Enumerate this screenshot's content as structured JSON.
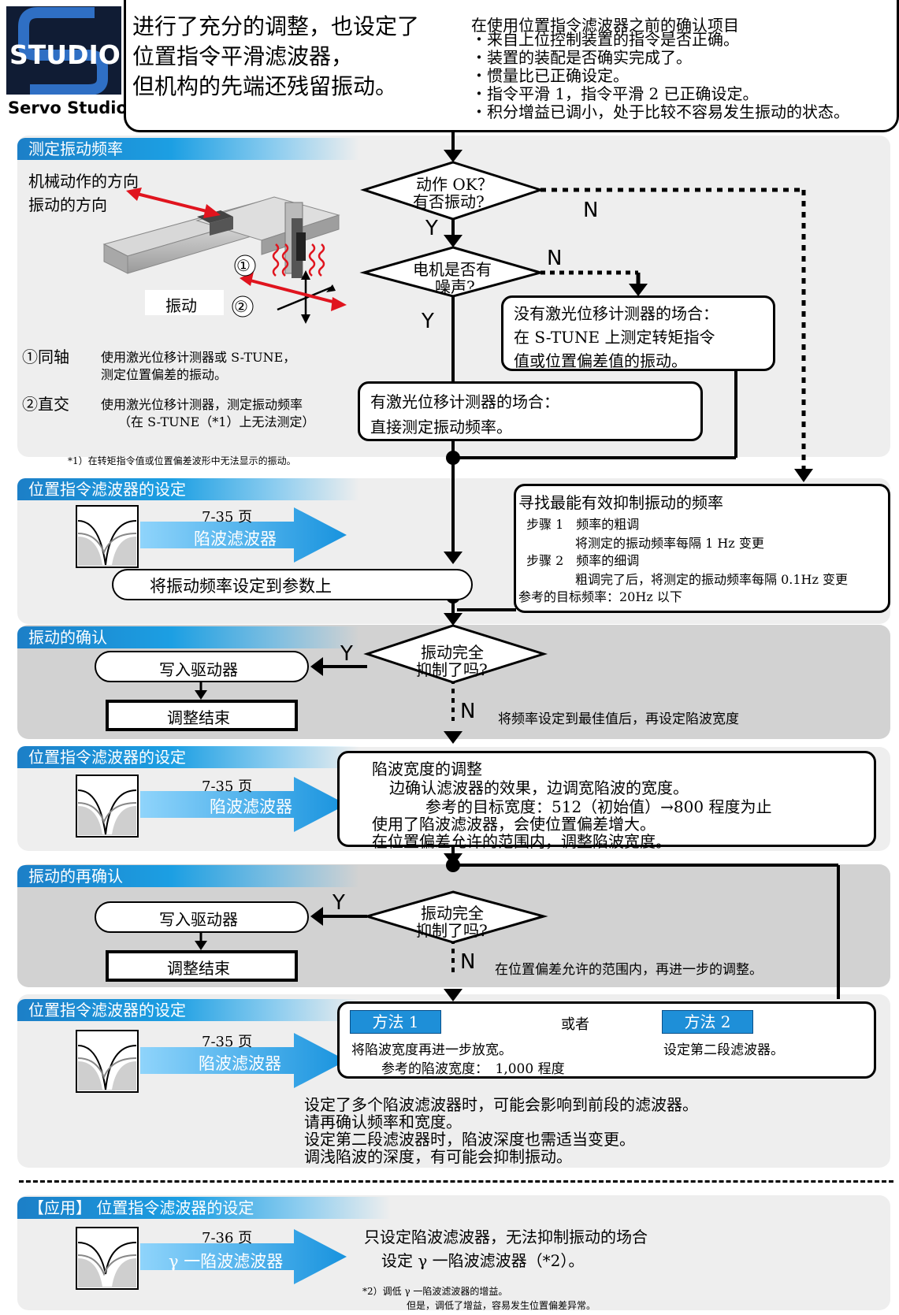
{
  "logo": {
    "word": "STUDIO",
    "caption": "Servo Studio"
  },
  "intro": {
    "lines": [
      "进行了充分的调整，也设定了",
      "位置指令平滑滤波器，",
      "但机构的先端还残留振动。"
    ],
    "checklist_title": "在使用位置指令滤波器之前的确认项目",
    "checklist": [
      "・来自上位控制装置的指令是否正确。",
      "・装置的装配是否确实完成了。",
      "・惯量比已正确设定。",
      "・指令平滑 1，指令平滑 2 已正确设定。",
      "・积分增益已调小，处于比较不容易发生振动的状态。"
    ]
  },
  "sec1": {
    "title": "测定振动频率",
    "label_move": "机械动作的方向",
    "label_vib": "振动的方向",
    "label_shake": "振动",
    "c1": "①",
    "c2": "②",
    "coax": "①同轴",
    "coax_desc1": "使用激光位移计测器或 S-TUNE，",
    "coax_desc2": "测定位置偏差的振动。",
    "ortho": "②直交",
    "ortho_desc1": "使用激光位移计测器，测定振动频率",
    "ortho_desc2": "（在 S-TUNE（*1）上无法测定）",
    "note": "*1）在转矩指令值或位置偏差波形中无法显示的振动。",
    "d1_line1": "动作 OK？",
    "d1_line2": "有否振动?",
    "d2_line1": "电机是否有",
    "d2_line2": "噪声?",
    "y": "Y",
    "n": "N",
    "no_laser1": "没有激光位移计测器的场合：",
    "no_laser2": "在 S-TUNE 上测定转矩指令",
    "no_laser3": "值或位置偏差值的振动。",
    "laser1": "有激光位移计测器的场合：",
    "laser2": "直接测定振动频率。"
  },
  "sec2": {
    "title": "位置指令滤波器的设定",
    "page": "7-35 页",
    "filter": "陷波滤波器",
    "set_param": "将振动频率设定到参数上",
    "find_title": "寻找最能有效抑制振动的频率",
    "step1": "步骤 1　频率的粗调",
    "step1_desc": "将测定的振动频率每隔 1 Hz 变更",
    "step2": "步骤 2　频率的细调",
    "step2_desc": "粗调完了后，将测定的振动频率每隔 0.1Hz 变更",
    "target": "参考的目标频率：20Hz 以下"
  },
  "sec3": {
    "title": "振动的确认",
    "write": "写入驱动器",
    "end": "调整结束",
    "d_line1": "振动完全",
    "d_line2": "抑制了吗?",
    "y": "Y",
    "n": "N",
    "note": "将频率设定到最佳值后，再设定陷波宽度"
  },
  "sec4": {
    "title": "位置指令滤波器的设定",
    "page": "7-35 页",
    "filter": "陷波滤波器",
    "width_title": "陷波宽度的调整",
    "width_l1": "边确认滤波器的效果，边调宽陷波的宽度。",
    "width_l2": "参考的目标宽度：512（初始值）→800 程度为止",
    "width_l3": "使用了陷波滤波器，会使位置偏差增大。",
    "width_l4": "在位置偏差允许的范围内，调整陷波宽度。"
  },
  "sec5": {
    "title": "振动的再确认",
    "write": "写入驱动器",
    "end": "调整结束",
    "d_line1": "振动完全",
    "d_line2": "抑制了吗?",
    "y": "Y",
    "n": "N",
    "note": "在位置偏差允许的范围内，再进一步的调整。"
  },
  "sec6": {
    "title": "位置指令滤波器的设定",
    "page": "7-35 页",
    "filter": "陷波滤波器",
    "method1": "方法 1",
    "or": "或者",
    "method2": "方法 2",
    "m1_desc": "将陷波宽度再进一步放宽。",
    "m1_ref": "参考的陷波宽度：　1,000 程度",
    "m2_desc": "设定第二段滤波器。",
    "notes": [
      "设定了多个陷波滤波器时，可能会影响到前段的滤波器。",
      "请再确认频率和宽度。",
      "设定第二段滤波器时，陷波深度也需适当变更。",
      "调浅陷波的深度，有可能会抑制振动。"
    ]
  },
  "sec7": {
    "title": "【应用】 位置指令滤波器的设定",
    "page": "7-36 页",
    "filter": "γ 一陷波滤波器",
    "line1": "只设定陷波滤波器，无法抑制振动的场合",
    "line2": "设定 γ 一陷波滤波器（*2）。",
    "note1": "*2）调低 γ 一陷波滤波器的增益。",
    "note2": "但是，调低了增益，容易发生位置偏差异常。"
  },
  "colors": {
    "accent": "#1c9fe3",
    "arrow_red": "#e0141e",
    "band_light": "#eeeeee",
    "band_dark": "#d2d2d2"
  }
}
